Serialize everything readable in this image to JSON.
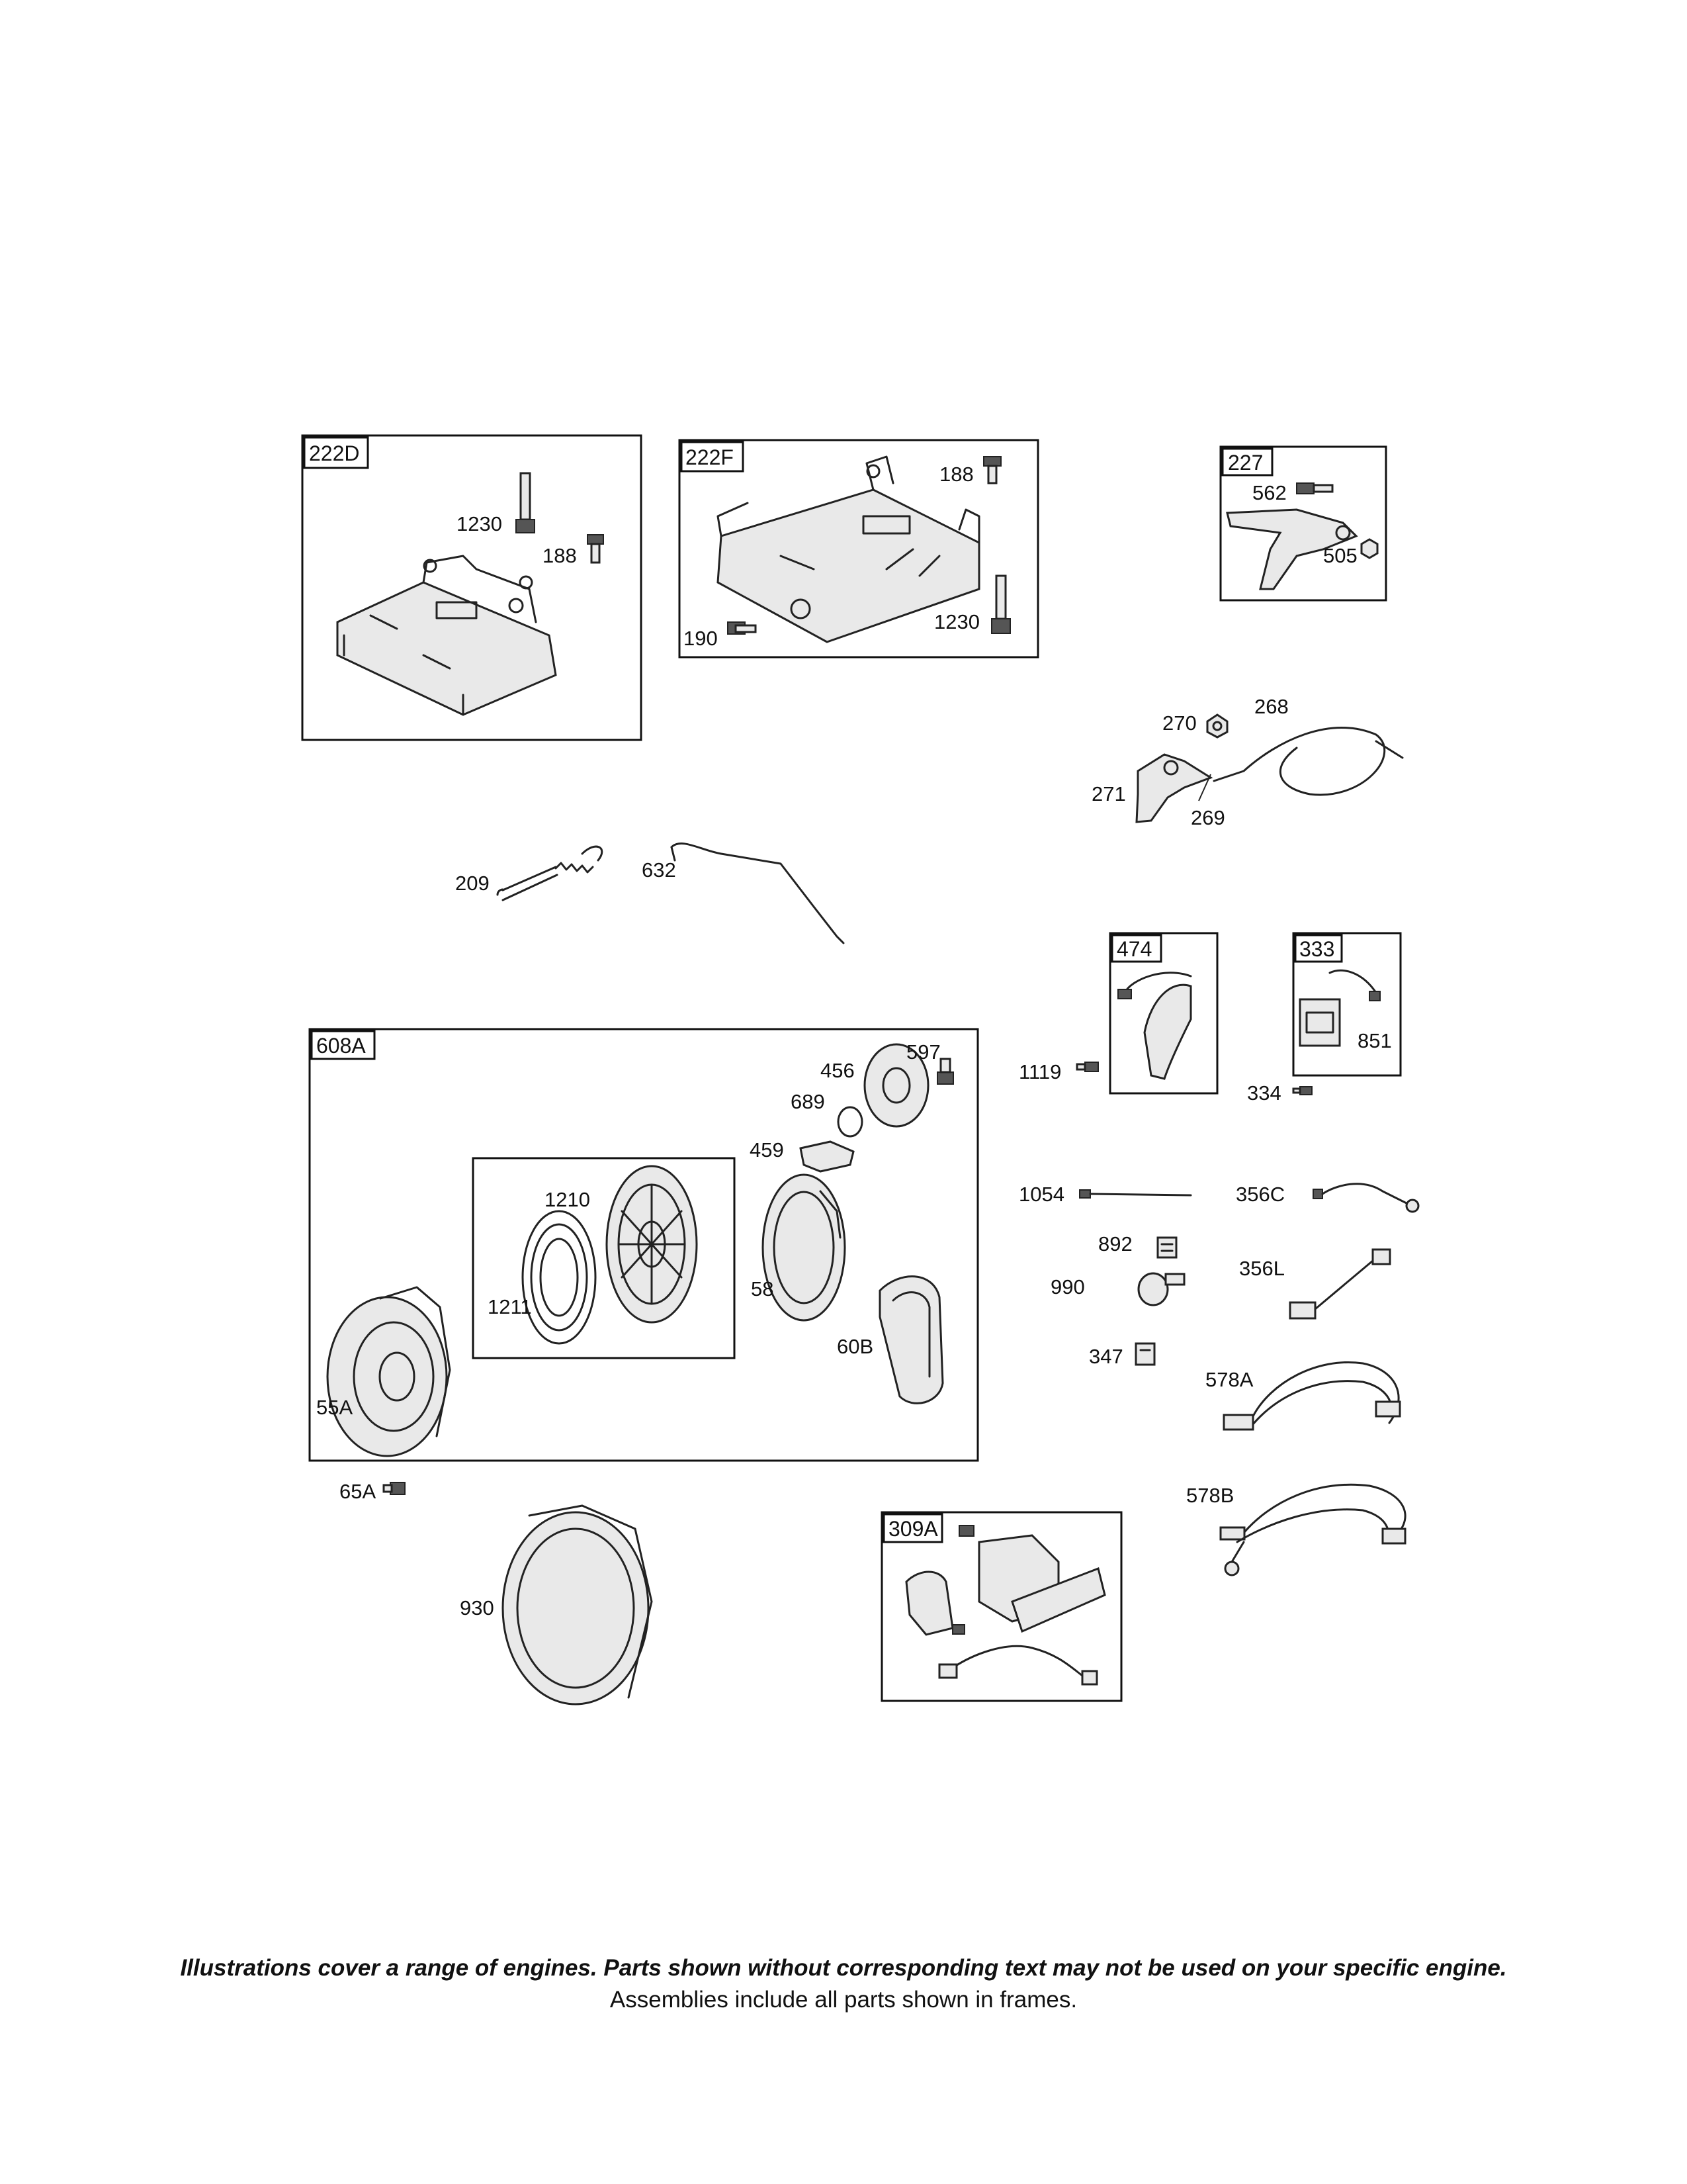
{
  "frames": {
    "f222d": "222D",
    "f222f": "222F",
    "f227": "227",
    "f474": "474",
    "f333": "333",
    "f608a": "608A",
    "f309a": "309A"
  },
  "parts": {
    "p1230a": "1230",
    "p188a": "188",
    "p188b": "188",
    "p1230b": "1230",
    "p190": "190",
    "p562": "562",
    "p505": "505",
    "p270": "270",
    "p268": "268",
    "p271": "271",
    "p269": "269",
    "p209": "209",
    "p632": "632",
    "p597": "597",
    "p456": "456",
    "p689": "689",
    "p459": "459",
    "p1210": "1210",
    "p1211": "1211",
    "p58": "58",
    "p60b": "60B",
    "p55a": "55A",
    "p65a": "65A",
    "p930": "930",
    "p1119": "1119",
    "p851": "851",
    "p334": "334",
    "p1054": "1054",
    "p356c": "356C",
    "p892": "892",
    "p990": "990",
    "p356l": "356L",
    "p347": "347",
    "p578a": "578A",
    "p578b": "578B"
  },
  "footer": {
    "disclaimer": "Illustrations cover a range of engines. Parts shown without corresponding text may not be used on your specific engine.",
    "note": "Assemblies include all parts shown in frames."
  }
}
